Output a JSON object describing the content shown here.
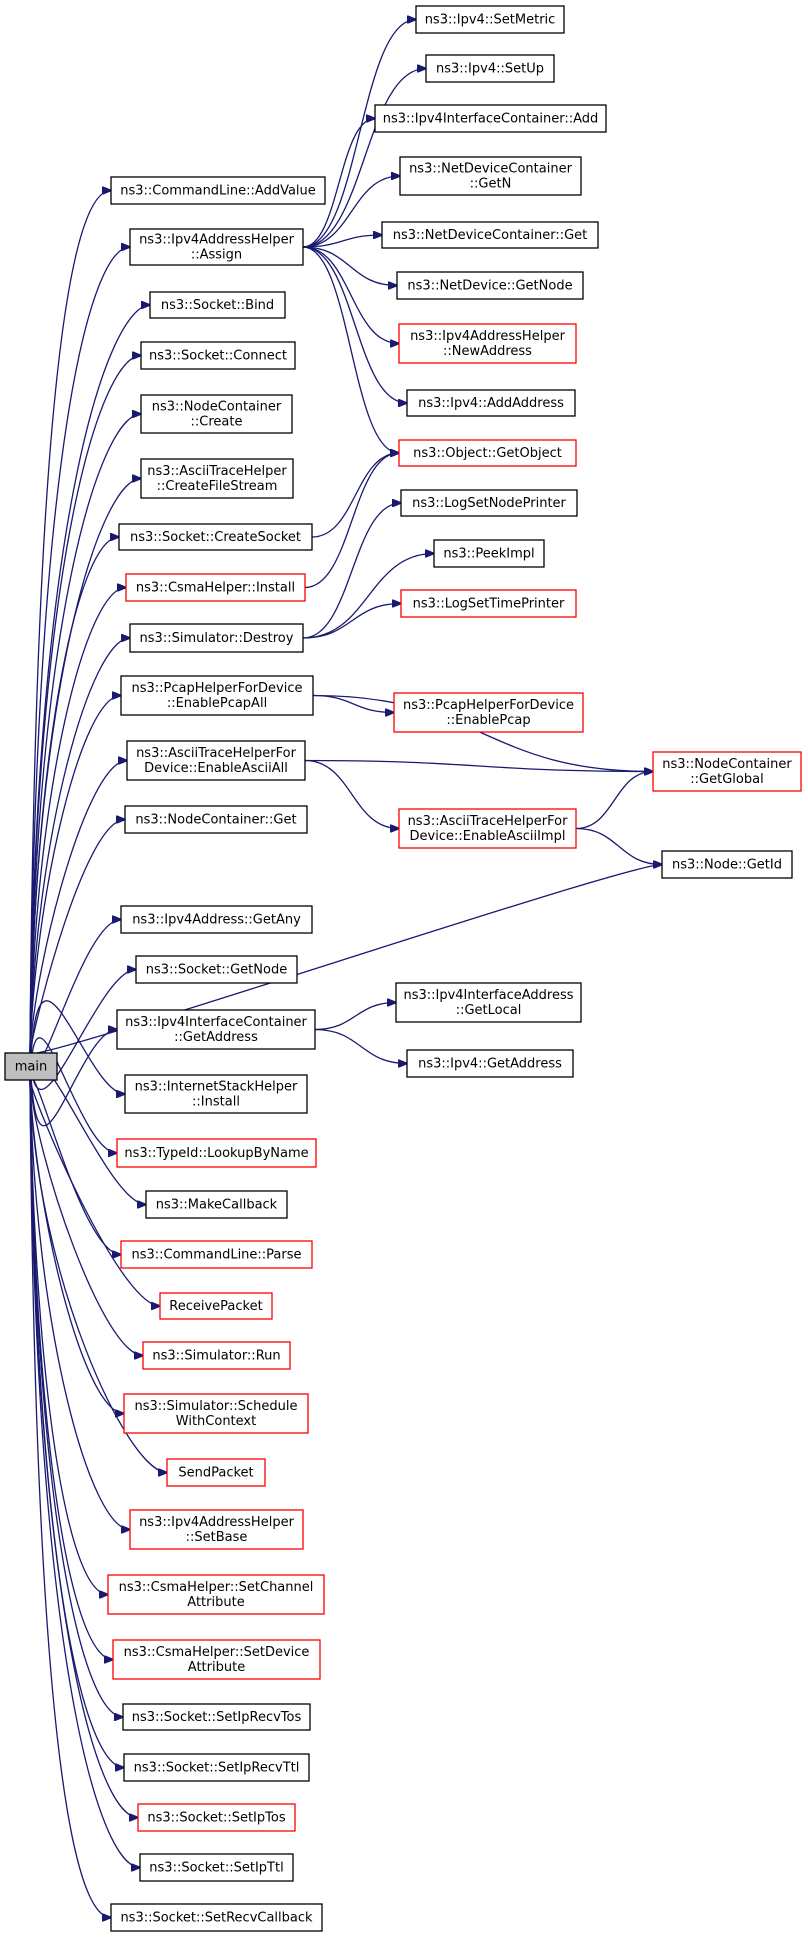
{
  "nodes": [
    {
      "id": "main",
      "lines": [
        "main"
      ],
      "red": false,
      "root": true
    },
    {
      "id": "addvalue",
      "lines": [
        "ns3::CommandLine::AddValue"
      ],
      "red": false
    },
    {
      "id": "assign",
      "lines": [
        "ns3::Ipv4AddressHelper",
        "::Assign"
      ],
      "red": false
    },
    {
      "id": "bind",
      "lines": [
        "ns3::Socket::Bind"
      ],
      "red": false
    },
    {
      "id": "connect",
      "lines": [
        "ns3::Socket::Connect"
      ],
      "red": false
    },
    {
      "id": "nc_create",
      "lines": [
        "ns3::NodeContainer",
        "::Create"
      ],
      "red": false
    },
    {
      "id": "createfilestream",
      "lines": [
        "ns3::AsciiTraceHelper",
        "::CreateFileStream"
      ],
      "red": false
    },
    {
      "id": "createsocket",
      "lines": [
        "ns3::Socket::CreateSocket"
      ],
      "red": false
    },
    {
      "id": "csma_install",
      "lines": [
        "ns3::CsmaHelper::Install"
      ],
      "red": true
    },
    {
      "id": "destroy",
      "lines": [
        "ns3::Simulator::Destroy"
      ],
      "red": false
    },
    {
      "id": "enablepcapall",
      "lines": [
        "ns3::PcapHelperForDevice",
        "::EnablePcapAll"
      ],
      "red": false
    },
    {
      "id": "enableasciiall",
      "lines": [
        "ns3::AsciiTraceHelperFor",
        "Device::EnableAsciiAll"
      ],
      "red": false
    },
    {
      "id": "nc_get",
      "lines": [
        "ns3::NodeContainer::Get"
      ],
      "red": false
    },
    {
      "id": "getany",
      "lines": [
        "ns3::Ipv4Address::GetAny"
      ],
      "red": false
    },
    {
      "id": "socket_getnode",
      "lines": [
        "ns3::Socket::GetNode"
      ],
      "red": false
    },
    {
      "id": "getaddress",
      "lines": [
        "ns3::Ipv4InterfaceContainer",
        "::GetAddress"
      ],
      "red": false
    },
    {
      "id": "ish_install",
      "lines": [
        "ns3::InternetStackHelper",
        "::Install"
      ],
      "red": false
    },
    {
      "id": "lookupbyname",
      "lines": [
        "ns3::TypeId::LookupByName"
      ],
      "red": true
    },
    {
      "id": "makecallback",
      "lines": [
        "ns3::MakeCallback"
      ],
      "red": false
    },
    {
      "id": "parse",
      "lines": [
        "ns3::CommandLine::Parse"
      ],
      "red": true
    },
    {
      "id": "receivepacket",
      "lines": [
        "ReceivePacket"
      ],
      "red": true
    },
    {
      "id": "run",
      "lines": [
        "ns3::Simulator::Run"
      ],
      "red": true
    },
    {
      "id": "schedule",
      "lines": [
        "ns3::Simulator::Schedule",
        "WithContext"
      ],
      "red": true
    },
    {
      "id": "sendpacket",
      "lines": [
        "SendPacket"
      ],
      "red": true
    },
    {
      "id": "setbase",
      "lines": [
        "ns3::Ipv4AddressHelper",
        "::SetBase"
      ],
      "red": true
    },
    {
      "id": "setchannelattr",
      "lines": [
        "ns3::CsmaHelper::SetChannel",
        "Attribute"
      ],
      "red": true
    },
    {
      "id": "setdeviceattr",
      "lines": [
        "ns3::CsmaHelper::SetDevice",
        "Attribute"
      ],
      "red": true
    },
    {
      "id": "setiprecvtos",
      "lines": [
        "ns3::Socket::SetIpRecvTos"
      ],
      "red": false
    },
    {
      "id": "setiprecvttl",
      "lines": [
        "ns3::Socket::SetIpRecvTtl"
      ],
      "red": false
    },
    {
      "id": "setiptos",
      "lines": [
        "ns3::Socket::SetIpTos"
      ],
      "red": true
    },
    {
      "id": "setipttl",
      "lines": [
        "ns3::Socket::SetIpTtl"
      ],
      "red": false
    },
    {
      "id": "setrecvcallback",
      "lines": [
        "ns3::Socket::SetRecvCallback"
      ],
      "red": false
    },
    {
      "id": "setmetric",
      "lines": [
        "ns3::Ipv4::SetMetric"
      ],
      "red": false
    },
    {
      "id": "setup",
      "lines": [
        "ns3::Ipv4::SetUp"
      ],
      "red": false
    },
    {
      "id": "iic_add",
      "lines": [
        "ns3::Ipv4InterfaceContainer::Add"
      ],
      "red": false
    },
    {
      "id": "ndc_getn",
      "lines": [
        "ns3::NetDeviceContainer",
        "::GetN"
      ],
      "red": false
    },
    {
      "id": "ndc_get",
      "lines": [
        "ns3::NetDeviceContainer::Get"
      ],
      "red": false
    },
    {
      "id": "nd_getnode",
      "lines": [
        "ns3::NetDevice::GetNode"
      ],
      "red": false
    },
    {
      "id": "newaddress",
      "lines": [
        "ns3::Ipv4AddressHelper",
        "::NewAddress"
      ],
      "red": true
    },
    {
      "id": "addaddress",
      "lines": [
        "ns3::Ipv4::AddAddress"
      ],
      "red": false
    },
    {
      "id": "getobject",
      "lines": [
        "ns3::Object::GetObject"
      ],
      "red": true
    },
    {
      "id": "logsetnodeprinter",
      "lines": [
        "ns3::LogSetNodePrinter"
      ],
      "red": false
    },
    {
      "id": "peekimpl",
      "lines": [
        "ns3::PeekImpl"
      ],
      "red": false
    },
    {
      "id": "logsettimeprinter",
      "lines": [
        "ns3::LogSetTimePrinter"
      ],
      "red": true
    },
    {
      "id": "enablepcap",
      "lines": [
        "ns3::PcapHelperForDevice",
        "::EnablePcap"
      ],
      "red": true
    },
    {
      "id": "enableasciiimpl",
      "lines": [
        "ns3::AsciiTraceHelperFor",
        "Device::EnableAsciiImpl"
      ],
      "red": true
    },
    {
      "id": "getglobal",
      "lines": [
        "ns3::NodeContainer",
        "::GetGlobal"
      ],
      "red": true
    },
    {
      "id": "node_getid",
      "lines": [
        "ns3::Node::GetId"
      ],
      "red": false
    },
    {
      "id": "getlocal",
      "lines": [
        "ns3::Ipv4InterfaceAddress",
        "::GetLocal"
      ],
      "red": false
    },
    {
      "id": "ipv4_getaddress",
      "lines": [
        "ns3::Ipv4::GetAddress"
      ],
      "red": false
    }
  ],
  "edges": [
    [
      "main",
      "addvalue"
    ],
    [
      "main",
      "assign"
    ],
    [
      "main",
      "bind"
    ],
    [
      "main",
      "connect"
    ],
    [
      "main",
      "nc_create"
    ],
    [
      "main",
      "createfilestream"
    ],
    [
      "main",
      "createsocket"
    ],
    [
      "main",
      "csma_install"
    ],
    [
      "main",
      "destroy"
    ],
    [
      "main",
      "enablepcapall"
    ],
    [
      "main",
      "enableasciiall"
    ],
    [
      "main",
      "nc_get"
    ],
    [
      "main",
      "node_getid"
    ],
    [
      "main",
      "getany"
    ],
    [
      "main",
      "socket_getnode"
    ],
    [
      "main",
      "getaddress"
    ],
    [
      "main",
      "ish_install"
    ],
    [
      "main",
      "lookupbyname"
    ],
    [
      "main",
      "makecallback"
    ],
    [
      "main",
      "parse"
    ],
    [
      "main",
      "receivepacket"
    ],
    [
      "main",
      "run"
    ],
    [
      "main",
      "schedule"
    ],
    [
      "main",
      "sendpacket"
    ],
    [
      "main",
      "setbase"
    ],
    [
      "main",
      "setchannelattr"
    ],
    [
      "main",
      "setdeviceattr"
    ],
    [
      "main",
      "setiprecvtos"
    ],
    [
      "main",
      "setiprecvttl"
    ],
    [
      "main",
      "setiptos"
    ],
    [
      "main",
      "setipttl"
    ],
    [
      "main",
      "setrecvcallback"
    ],
    [
      "assign",
      "setmetric"
    ],
    [
      "assign",
      "setup"
    ],
    [
      "assign",
      "iic_add"
    ],
    [
      "assign",
      "ndc_getn"
    ],
    [
      "assign",
      "ndc_get"
    ],
    [
      "assign",
      "nd_getnode"
    ],
    [
      "assign",
      "newaddress"
    ],
    [
      "assign",
      "addaddress"
    ],
    [
      "assign",
      "getobject"
    ],
    [
      "createsocket",
      "getobject"
    ],
    [
      "csma_install",
      "getobject"
    ],
    [
      "destroy",
      "logsetnodeprinter"
    ],
    [
      "destroy",
      "peekimpl"
    ],
    [
      "destroy",
      "logsettimeprinter"
    ],
    [
      "enablepcapall",
      "enablepcap"
    ],
    [
      "enablepcapall",
      "getglobal"
    ],
    [
      "enableasciiall",
      "getglobal"
    ],
    [
      "enableasciiall",
      "enableasciiimpl"
    ],
    [
      "enableasciiimpl",
      "getglobal"
    ],
    [
      "enableasciiimpl",
      "node_getid"
    ],
    [
      "getaddress",
      "getlocal"
    ],
    [
      "getaddress",
      "ipv4_getaddress"
    ]
  ]
}
